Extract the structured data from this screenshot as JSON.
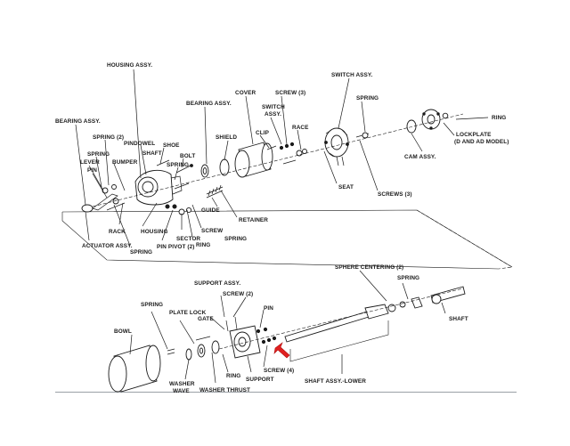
{
  "labels": {
    "housing_assy": "HOUSING ASSY.",
    "bearing_assy_left": "BEARING ASSY.",
    "spring_2": "SPRING (2)",
    "pindowel": "PINDOWEL",
    "shoe": "SHOE",
    "shaft": "SHAFT",
    "spring_lever": "SPRING",
    "lever": "LEVER",
    "pin_left": "PIN",
    "bumper": "BUMPER",
    "bolt": "BOLT",
    "spring_mid": "SPRING",
    "bearing_assy_mid": "BEARING ASSY.",
    "cover": "COVER",
    "screw_3_top": "SCREW (3)",
    "switch_assy_small": "SWITCH",
    "switch_assy_small2": "ASSY.",
    "clip": "CLIP",
    "race": "RACE",
    "shield": "SHIELD",
    "switch_assy": "SWITCH ASSY.",
    "spring_top": "SPRING",
    "ring_top": "RING",
    "lockplate": "LOCKPLATE",
    "lockplate_note": "(D AND AD MODEL)",
    "cam_assy": "CAM ASSY.",
    "seat": "SEAT",
    "screws_3": "SCREWS (3)",
    "guide": "GUIDE",
    "retainer": "RETAINER",
    "screw_mid": "SCREW",
    "ring_mid": "RING",
    "spring_bottom_mid": "SPRING",
    "sector": "SECTOR",
    "pin_pivot": "PIN PIVOT (2)",
    "housing": "HOUSING",
    "rack": "RACK",
    "actuator_assy": "ACTUATOR ASSY.",
    "spring_act": "SPRING",
    "sphere_centering": "SPHERE CENTERING (2)",
    "spring_sphere": "SPRING",
    "shaft_right": "SHAFT",
    "support_assy": "SUPPORT ASSY.",
    "screw_2": "SCREW (2)",
    "gate": "GATE",
    "pin_support": "PIN",
    "spring_bowl": "SPRING",
    "plate_lock": "PLATE LOCK",
    "bowl": "BOWL",
    "washer": "WASHER",
    "wave": "WAVE",
    "washer_thrust": "WASHER THRUST",
    "ring_bottom": "RING",
    "support": "SUPPORT",
    "screw_4": "SCREW (4)",
    "shaft_assy_lower": "SHAFT ASSY.-LOWER"
  },
  "colors": {
    "ink": "#1a1a1a",
    "marker": "#e02020"
  },
  "icons": {
    "marker": "red-arrow-marker"
  }
}
